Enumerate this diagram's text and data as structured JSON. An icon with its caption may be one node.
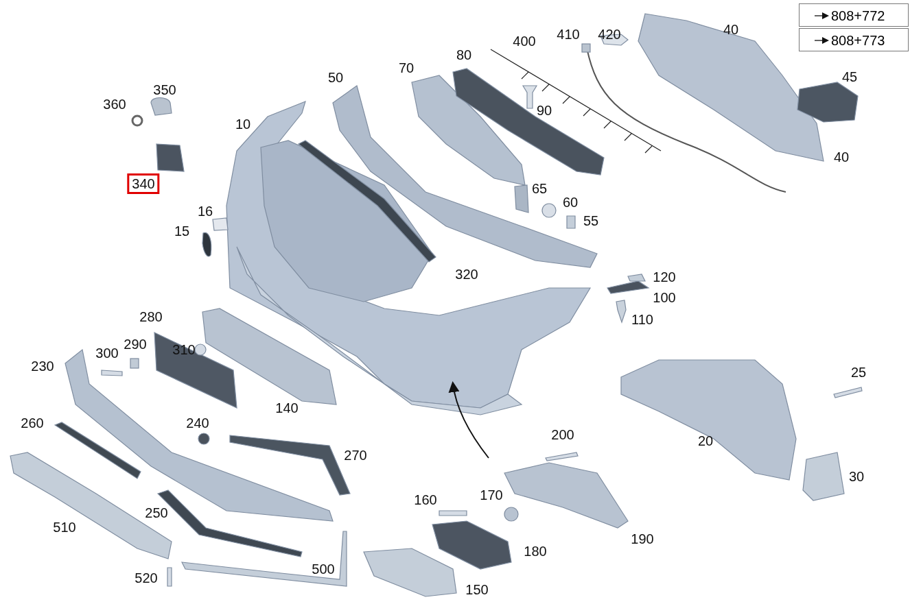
{
  "diagram": {
    "labels": [
      "808+772",
      "808+773",
      "40",
      "400",
      "410",
      "420",
      "80",
      "70",
      "50",
      "45",
      "350",
      "360",
      "90",
      "10",
      "40",
      "340",
      "65",
      "60",
      "16",
      "55",
      "15",
      "320",
      "120",
      "100",
      "280",
      "110",
      "300",
      "290",
      "310",
      "230",
      "25",
      "140",
      "260",
      "240",
      "200",
      "20",
      "270",
      "30",
      "170",
      "160",
      "250",
      "510",
      "190",
      "180",
      "500",
      "520",
      "150"
    ]
  }
}
